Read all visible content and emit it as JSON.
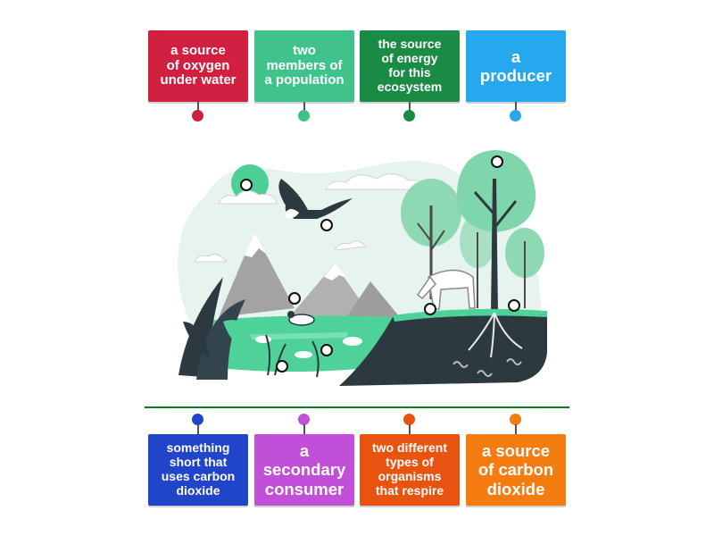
{
  "colors": {
    "red": "#d11f3f",
    "green_light": "#3fc38b",
    "green_dark": "#1a8b45",
    "blue_light": "#25a8ee",
    "blue_dark": "#2145c8",
    "purple": "#c24fd8",
    "orange_dark": "#e8530f",
    "orange": "#f57c10"
  },
  "top_cards": [
    {
      "label": "a source\nof oxygen\nunder water",
      "color": "#d11f3f"
    },
    {
      "label": "two\nmembers of\na population",
      "color": "#3fc38b"
    },
    {
      "label": "the source\nof energy\nfor this\necosystem",
      "color": "#1a8b45"
    },
    {
      "label": "a\nproducer",
      "color": "#25a8ee"
    }
  ],
  "bottom_cards": [
    {
      "label": "something\nshort that\nuses carbon\ndioxide",
      "color": "#2145c8"
    },
    {
      "label": "a\nsecondary\nconsumer",
      "color": "#c24fd8"
    },
    {
      "label": "two different\ntypes of\norganisms\nthat respire",
      "color": "#e8530f"
    },
    {
      "label": "a source\nof carbon\ndioxide",
      "color": "#f57c10"
    }
  ]
}
